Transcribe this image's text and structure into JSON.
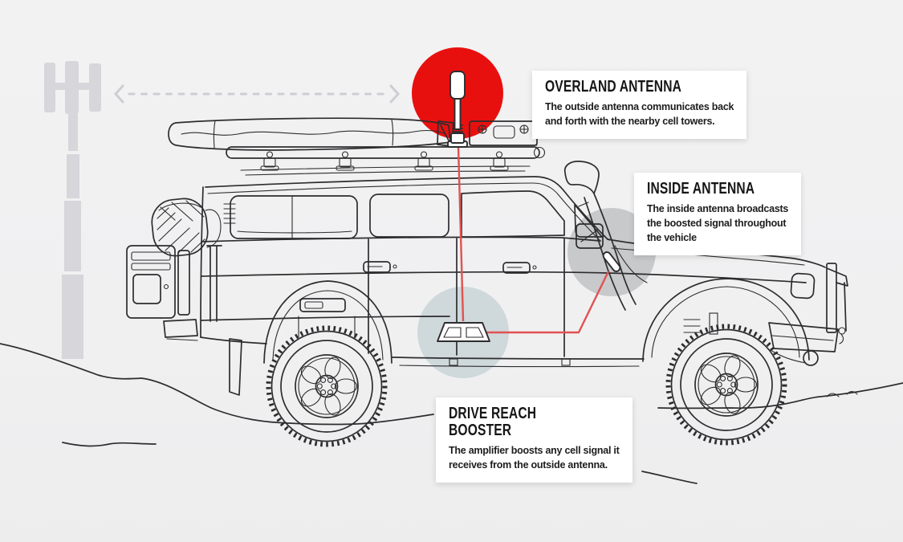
{
  "colors": {
    "highlight_red": "#e8100f",
    "connection_red": "#e05251",
    "tower_gray": "#d6d6db",
    "inside_circle_gray": "#c8c9cb",
    "booster_circle_gray": "#cfd8db",
    "ink": "#2d2d2f",
    "card_bg": "#ffffff",
    "background": "#f1f1f2"
  },
  "cards": [
    {
      "id": "overland-antenna",
      "title": "OVERLAND ANTENNA",
      "body": "The outside antenna communicates back\nand forth with the nearby cell towers."
    },
    {
      "id": "inside-antenna",
      "title": "INSIDE ANTENNA",
      "body": "The inside antenna broadcasts\nthe boosted signal throughout\nthe vehicle"
    },
    {
      "id": "drive-reach-booster",
      "title": "DRIVE REACH\nBOOSTER",
      "body": "The amplifier boosts any cell signal it\nreceives from the outside antenna."
    }
  ],
  "icons": [
    {
      "name": "cell-tower-icon",
      "meaning": "nearby cell tower"
    },
    {
      "name": "signal-arrow-icon",
      "meaning": "two-way signal between tower and antenna"
    },
    {
      "name": "outside-antenna-icon",
      "meaning": "overland antenna on roof rack"
    },
    {
      "name": "booster-icon",
      "meaning": "drive reach booster amplifier"
    },
    {
      "name": "inside-antenna-icon",
      "meaning": "inside antenna at dash"
    },
    {
      "name": "vehicle-illustration",
      "meaning": "overland 4x4 line drawing"
    }
  ]
}
